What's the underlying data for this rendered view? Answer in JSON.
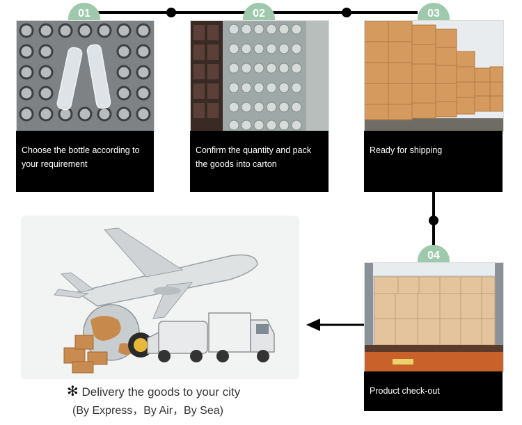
{
  "steps": [
    {
      "number": "01",
      "caption": "Choose the bottle according to your requirement"
    },
    {
      "number": "02",
      "caption": "Confirm the quantity and pack the goods into carton"
    },
    {
      "number": "03",
      "caption": "Ready for shipping"
    },
    {
      "number": "04",
      "caption": "Product check-out"
    }
  ],
  "delivery": {
    "bullet": "✻",
    "line1": "Delivery the goods to your city",
    "line2": "(By Express，By Air，By Sea)"
  },
  "colors": {
    "badge": "#9fc9ad",
    "caption_bg": "#000000",
    "connector": "#000000"
  }
}
